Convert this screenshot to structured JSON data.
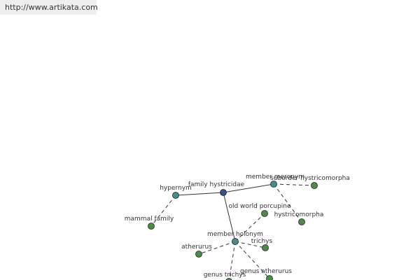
{
  "header": {
    "url": "http://www.artikata.com"
  },
  "colors": {
    "center": "#3a4f8a",
    "relation": "#4a8a8c",
    "leaf": "#4e8a4a",
    "edge": "#333333"
  },
  "graph": {
    "nodes": [
      {
        "id": "family-hystricidae",
        "label": "family hystricidae",
        "kind": "center"
      },
      {
        "id": "hypernym",
        "label": "hypernym",
        "kind": "relation"
      },
      {
        "id": "member-meronym",
        "label": "member meronym",
        "kind": "relation"
      },
      {
        "id": "member-holonym",
        "label": "member holonym",
        "kind": "relation"
      },
      {
        "id": "mammal-family",
        "label": "mammal family",
        "kind": "leaf"
      },
      {
        "id": "suborder-hystricomorpha",
        "label": "suborder hystricomorpha",
        "kind": "leaf"
      },
      {
        "id": "old-world-porcupine",
        "label": "old world porcupine",
        "kind": "leaf"
      },
      {
        "id": "hystricomorpha",
        "label": "hystricomorpha",
        "kind": "leaf"
      },
      {
        "id": "atherurus",
        "label": "atherurus",
        "kind": "leaf"
      },
      {
        "id": "trichys",
        "label": "trichys",
        "kind": "leaf"
      },
      {
        "id": "genus-trichys",
        "label": "genus trichys",
        "kind": "leaf"
      },
      {
        "id": "genus-atherurus",
        "label": "genus atherurus",
        "kind": "leaf"
      }
    ],
    "edges": [
      {
        "from": "family-hystricidae",
        "to": "hypernym",
        "style": "solid"
      },
      {
        "from": "family-hystricidae",
        "to": "member-meronym",
        "style": "solid"
      },
      {
        "from": "family-hystricidae",
        "to": "member-holonym",
        "style": "solid"
      },
      {
        "from": "hypernym",
        "to": "mammal-family",
        "style": "dashed"
      },
      {
        "from": "member-meronym",
        "to": "suborder-hystricomorpha",
        "style": "dashed"
      },
      {
        "from": "member-meronym",
        "to": "hystricomorpha",
        "style": "dashed"
      },
      {
        "from": "member-holonym",
        "to": "old-world-porcupine",
        "style": "dashed"
      },
      {
        "from": "member-holonym",
        "to": "atherurus",
        "style": "dashed"
      },
      {
        "from": "member-holonym",
        "to": "trichys",
        "style": "dashed"
      },
      {
        "from": "member-holonym",
        "to": "genus-trichys",
        "style": "dashed"
      },
      {
        "from": "member-holonym",
        "to": "genus-atherurus",
        "style": "dashed"
      }
    ]
  }
}
